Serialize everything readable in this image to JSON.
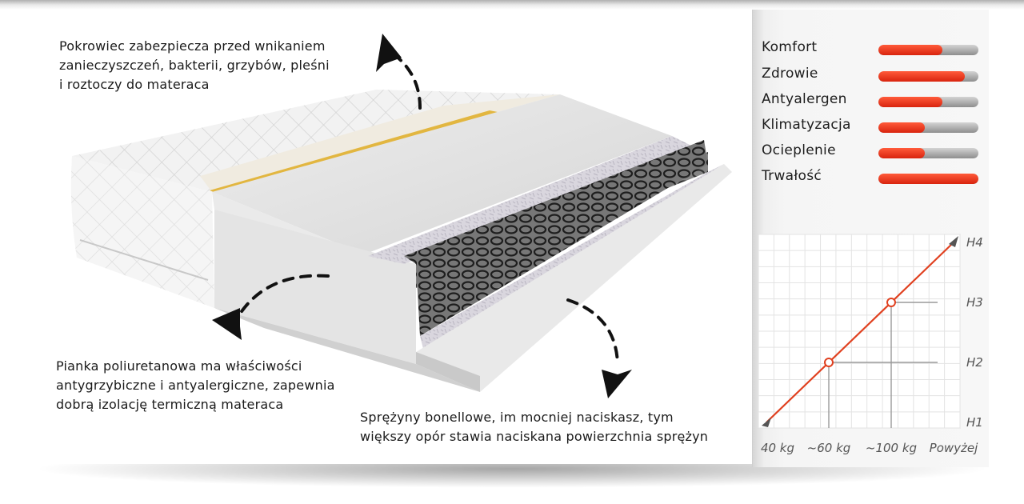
{
  "captions": {
    "cover": [
      "Pokrowiec zabezpiecza przed wnikaniem",
      "zanieczyszczeń, bakterii, grzybów, pleśni",
      "i roztoczy do materaca"
    ],
    "foam": [
      "Pianka poliuretanowa ma właściwości",
      "antygrzybiczne i antyalergiczne, zapewnia",
      "dobrą izolację termiczną materaca"
    ],
    "springs": [
      "Sprężyny bonellowe, im mocniej naciskasz, tym",
      "większy opór stawia naciskana powierzchnia sprężyn"
    ]
  },
  "ratings": [
    {
      "label": "Komfort",
      "level": 0.64
    },
    {
      "label": "Zdrowie",
      "level": 0.86
    },
    {
      "label": "Antyalergen",
      "level": 0.64
    },
    {
      "label": "Klimatyzacja",
      "level": 0.46
    },
    {
      "label": "Ocieplenie",
      "level": 0.46
    },
    {
      "label": "Trwałość",
      "level": 1.0
    }
  ],
  "chart_data": {
    "type": "line",
    "x_ticks": [
      "40 kg",
      "~60 kg",
      "~100 kg",
      "Powyżej"
    ],
    "y_ticks": [
      "H1",
      "H2",
      "H3",
      "H4"
    ],
    "series": [
      {
        "x": [
          0,
          3
        ],
        "y": [
          0,
          3
        ]
      }
    ],
    "markers": [
      {
        "x": 1,
        "y": 1
      },
      {
        "x": 2,
        "y": 2
      }
    ],
    "grid": true,
    "line_color": "#e0401f"
  },
  "colors": {
    "accent": "#d8240e",
    "track": "#a8a8a8"
  }
}
